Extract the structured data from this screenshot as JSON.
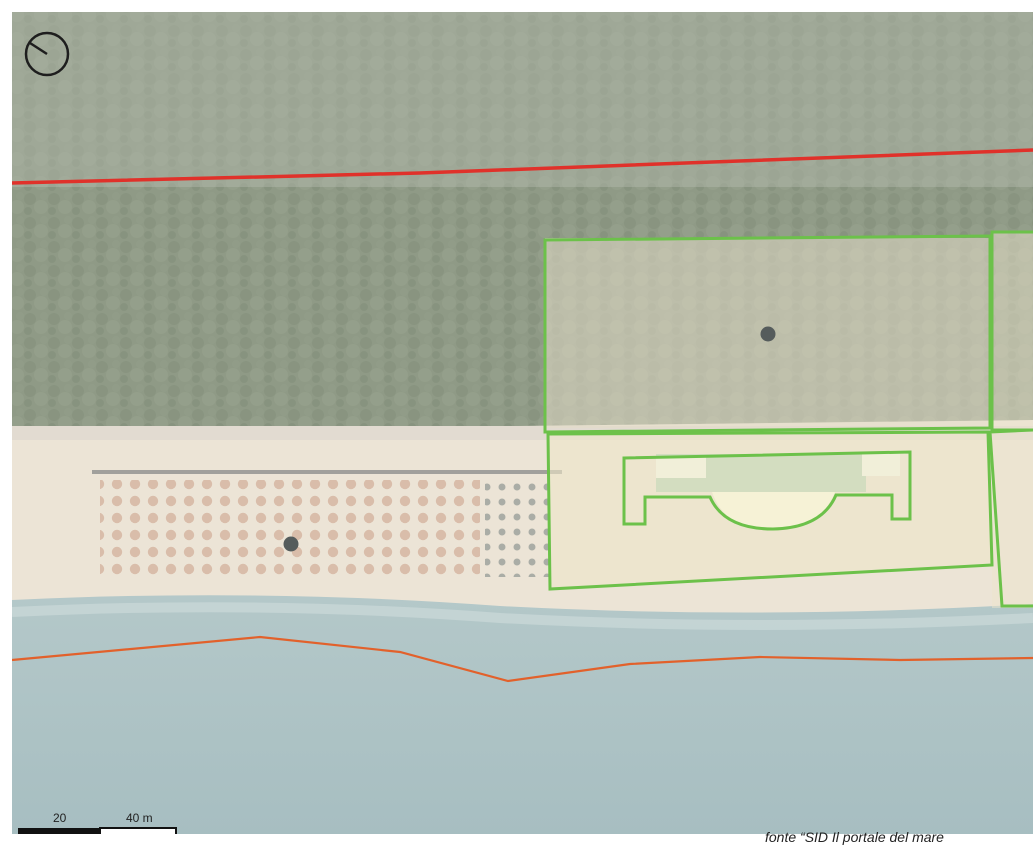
{
  "scale_bar": {
    "label_mid": "20",
    "label_end": "40 m"
  },
  "source": "fonte “SID Il portale del mare",
  "colors": {
    "forest": "#8f9a86",
    "forest_dark": "#7f8c77",
    "beach": "#ece4d6",
    "sand_dark": "#ddd2c0",
    "sea": "#a9c1c4",
    "sea_deep": "#a3bcbf",
    "boundary_red": "#e0312a",
    "shoreline_orange": "#e2612b",
    "concession_green": "#6cc14a",
    "marker": "#555c5c"
  },
  "icons": {
    "orientation": "compass-icon"
  }
}
